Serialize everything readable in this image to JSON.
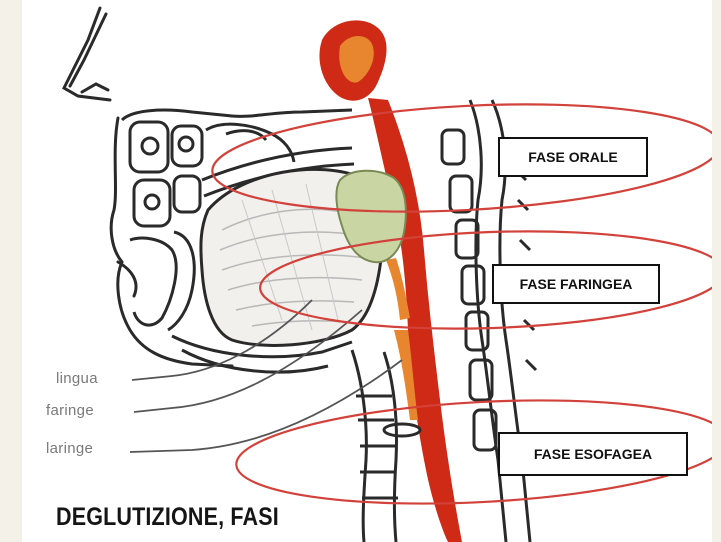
{
  "diagram": {
    "title": "DEGLUTIZIONE, FASI",
    "anatomy_labels": [
      "lingua",
      "faringe",
      "laringe"
    ],
    "phases": [
      {
        "label": "FASE ORALE"
      },
      {
        "label": "FASE FARINGEA"
      },
      {
        "label": "FASE ESOFAGEA"
      }
    ],
    "colors": {
      "ellipse": "#d2413a",
      "bolus": "#c9d6a4",
      "tract_red": "#cf2a15",
      "tract_orange": "#e8862f",
      "ink": "#2a2a2a",
      "background": "#ffffff",
      "border": "#f4f1e8"
    }
  }
}
